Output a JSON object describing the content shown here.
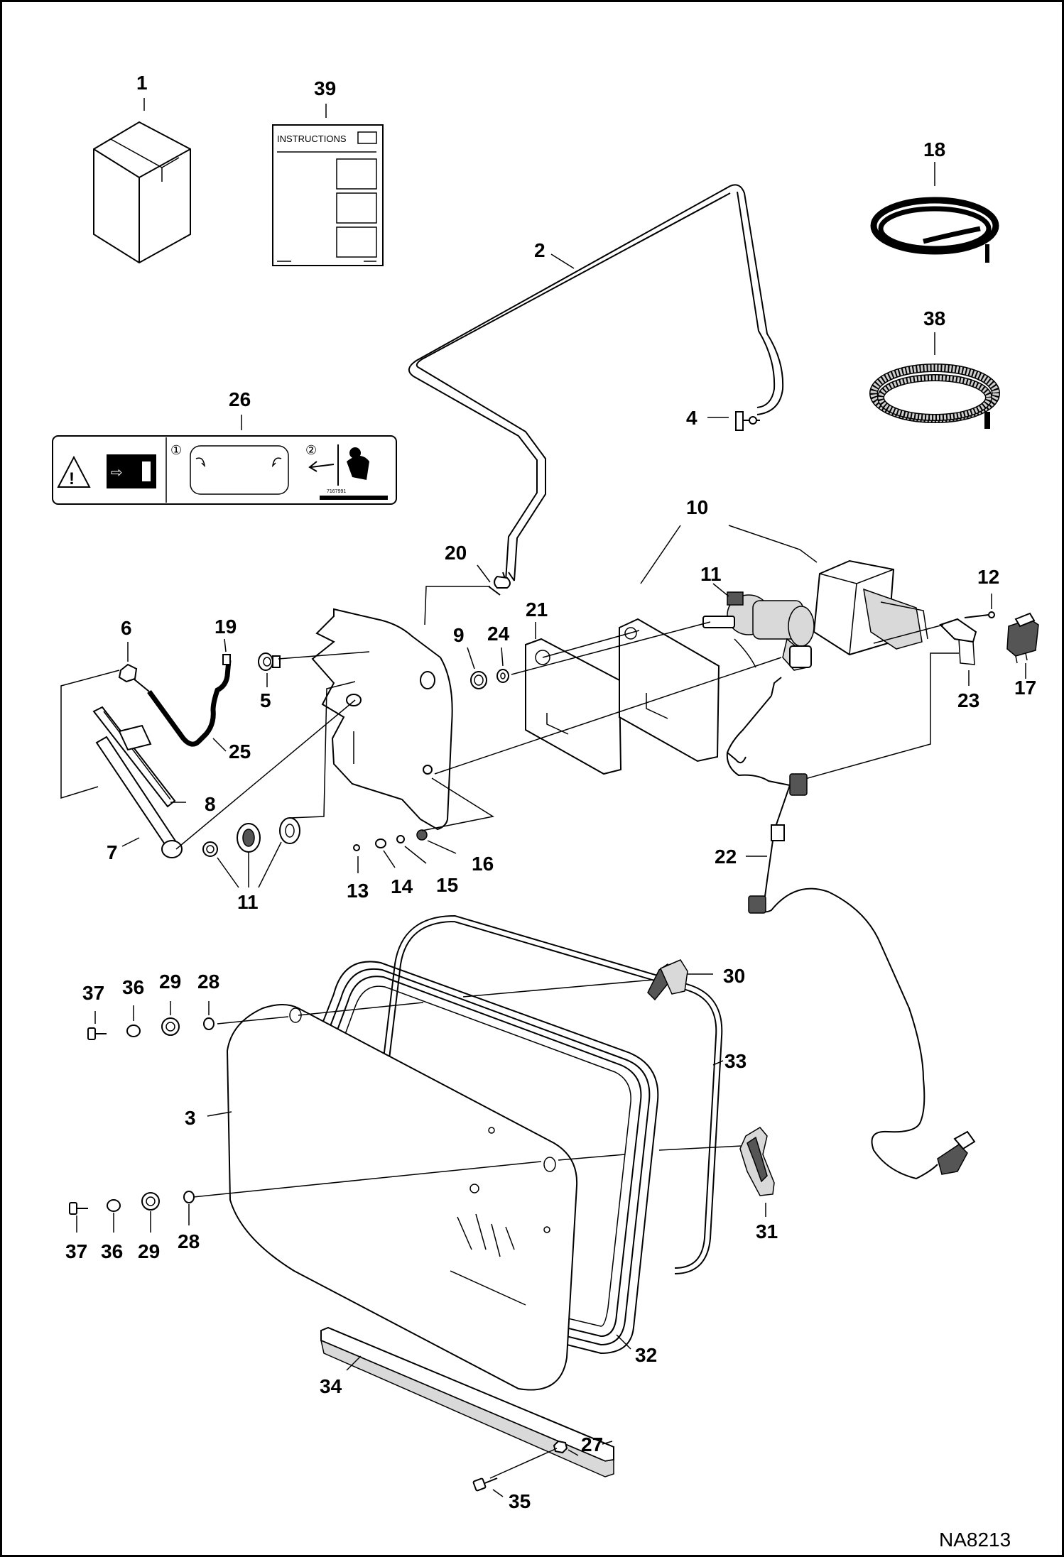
{
  "diagram": {
    "reference_code": "NA8213",
    "instructions_sheet_title": "INSTRUCTIONS",
    "decal_part_number": "7167991",
    "decal_step_1": "①",
    "decal_step_2": "②"
  },
  "callouts": {
    "c1": "1",
    "c2": "2",
    "c3": "3",
    "c4": "4",
    "c5": "5",
    "c6": "6",
    "c7": "7",
    "c8": "8",
    "c9": "9",
    "c10": "10",
    "c11a": "11",
    "c11b": "11",
    "c12": "12",
    "c13": "13",
    "c14": "14",
    "c15": "15",
    "c16": "16",
    "c17": "17",
    "c18": "18",
    "c19": "19",
    "c20": "20",
    "c21": "21",
    "c22": "22",
    "c23": "23",
    "c24": "24",
    "c25": "25",
    "c26": "26",
    "c27": "27",
    "c28a": "28",
    "c28b": "28",
    "c29a": "29",
    "c29b": "29",
    "c30": "30",
    "c31": "31",
    "c32": "32",
    "c33": "33",
    "c34": "34",
    "c35": "35",
    "c36a": "36",
    "c36b": "36",
    "c37a": "37",
    "c37b": "37",
    "c38": "38",
    "c39": "39"
  }
}
